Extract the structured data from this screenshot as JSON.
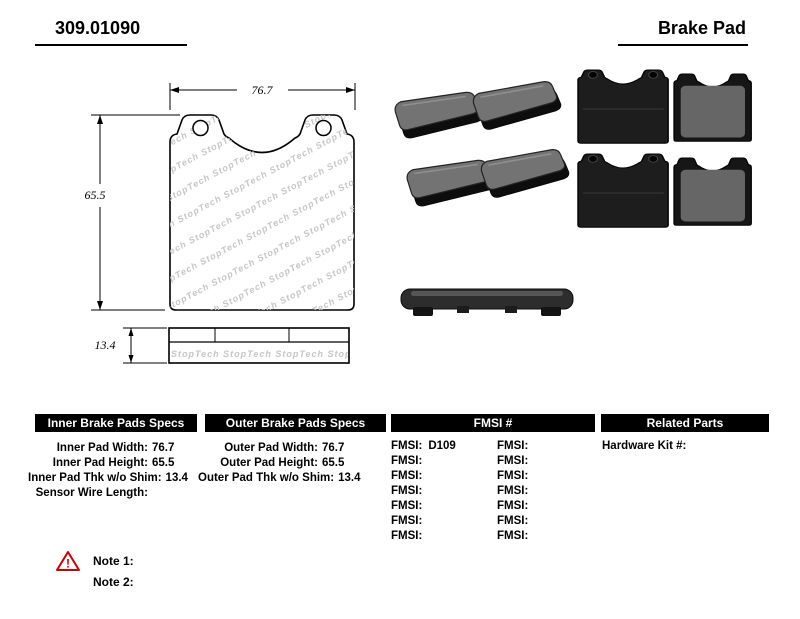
{
  "header": {
    "part_number": "309.01090",
    "title": "Brake Pad"
  },
  "drawing": {
    "watermark_row": "StopTech  StopTech  StopTech  StopTech  StopTech  StopTech  StopTech  StopTech",
    "front": {
      "width_label": "76.7",
      "height_label": "65.5"
    },
    "side": {
      "thickness_label": "13.4"
    }
  },
  "specs": {
    "inner": {
      "header": "Inner Brake Pads Specs",
      "rows": [
        {
          "label": "Inner Pad Width:",
          "value": "76.7"
        },
        {
          "label": "Inner Pad Height:",
          "value": "65.5"
        },
        {
          "label": "Inner Pad Thk w/o Shim:",
          "value": "13.4"
        },
        {
          "label": "Sensor Wire Length:",
          "value": ""
        }
      ]
    },
    "outer": {
      "header": "Outer Brake Pads Specs",
      "rows": [
        {
          "label": "Outer Pad Width:",
          "value": "76.7"
        },
        {
          "label": "Outer Pad Height:",
          "value": "65.5"
        },
        {
          "label": "Outer Pad Thk w/o Shim:",
          "value": "13.4"
        }
      ]
    },
    "fmsi": {
      "header": "FMSI #",
      "col1": [
        {
          "label": "FMSI:",
          "value": "D109"
        },
        {
          "label": "FMSI:",
          "value": ""
        },
        {
          "label": "FMSI:",
          "value": ""
        },
        {
          "label": "FMSI:",
          "value": ""
        },
        {
          "label": "FMSI:",
          "value": ""
        },
        {
          "label": "FMSI:",
          "value": ""
        },
        {
          "label": "FMSI:",
          "value": ""
        }
      ],
      "col2": [
        {
          "label": "FMSI:",
          "value": ""
        },
        {
          "label": "FMSI:",
          "value": ""
        },
        {
          "label": "FMSI:",
          "value": ""
        },
        {
          "label": "FMSI:",
          "value": ""
        },
        {
          "label": "FMSI:",
          "value": ""
        },
        {
          "label": "FMSI:",
          "value": ""
        },
        {
          "label": "FMSI:",
          "value": ""
        }
      ]
    },
    "related": {
      "header": "Related Parts",
      "rows": [
        {
          "label": "Hardware Kit #:",
          "value": ""
        }
      ]
    }
  },
  "notes": {
    "warning_symbol": "!",
    "note1": "Note 1:",
    "note2": "Note 2:"
  }
}
